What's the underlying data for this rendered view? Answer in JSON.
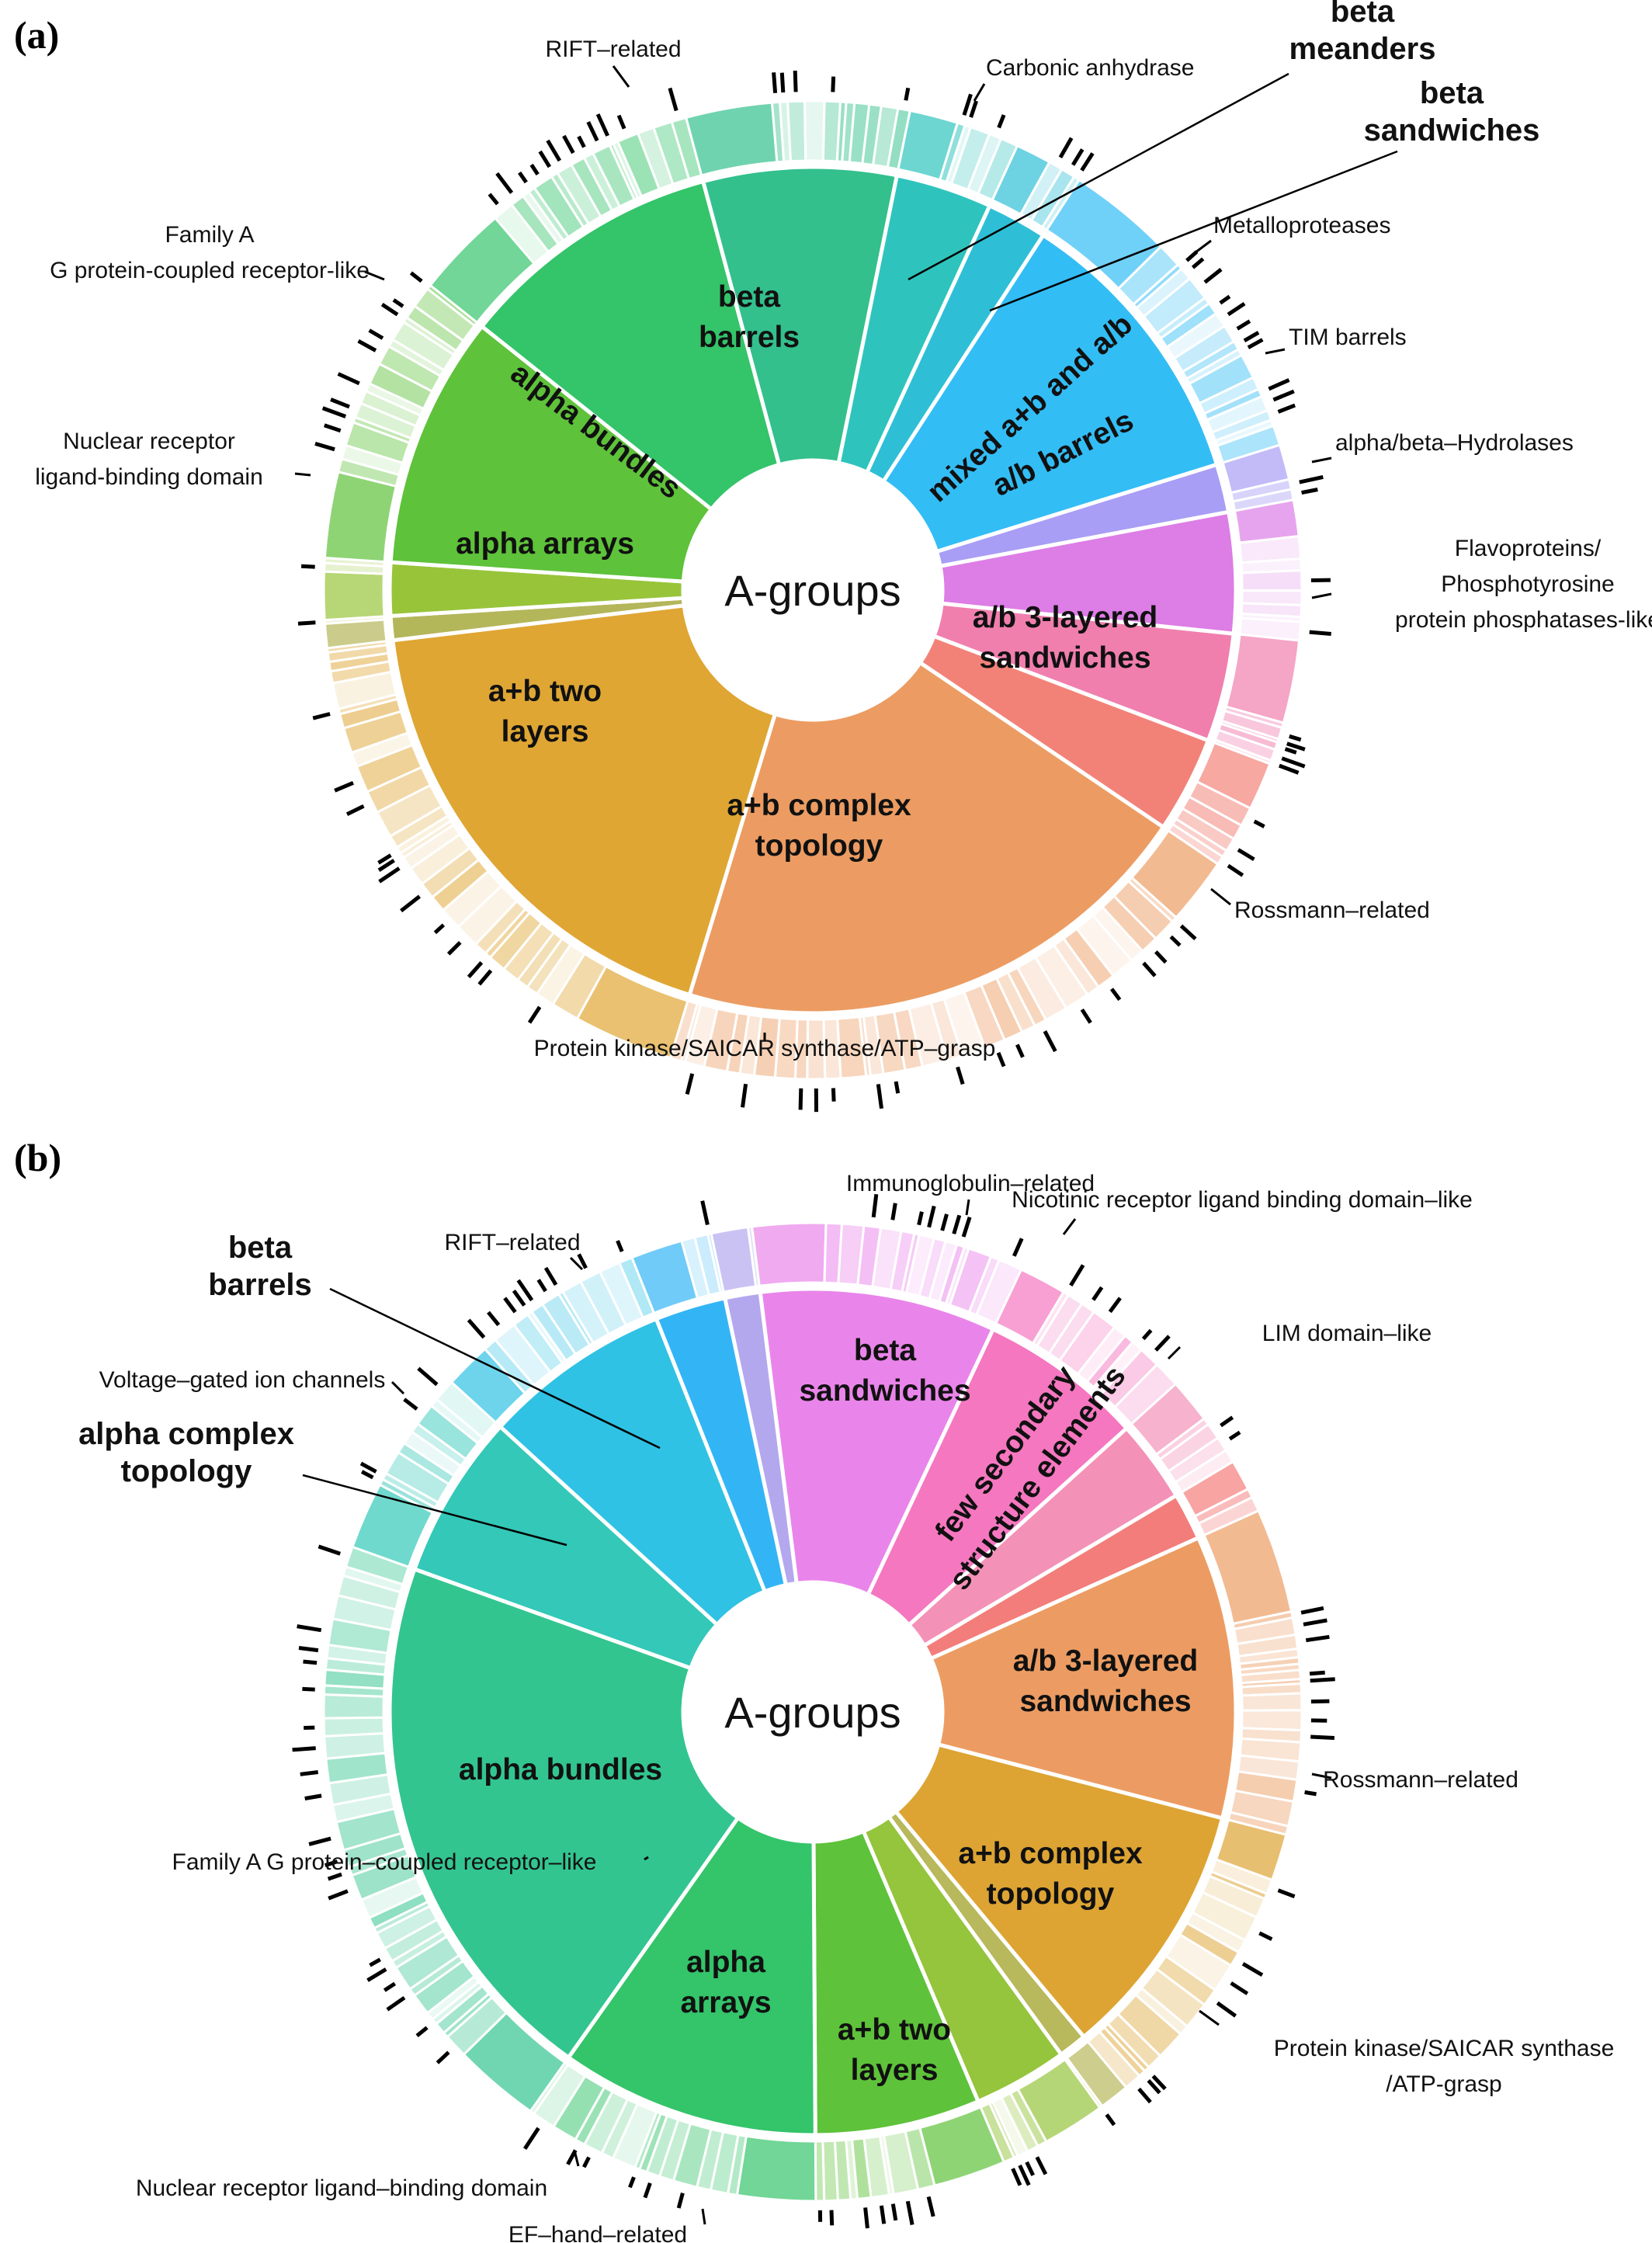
{
  "chart_data": [
    {
      "type": "sunburst",
      "panel": "(a)",
      "center_label": "A-groups",
      "inner_ring": [
        {
          "name": "beta barrels",
          "label_lines": [
            "beta",
            "barrels"
          ],
          "value": 12.0,
          "color": "#33bdf5"
        },
        {
          "name": "beta meanders",
          "label_lines": [],
          "value": 2.0,
          "color": "#a89ef5"
        },
        {
          "name": "beta sandwiches",
          "label_lines": [],
          "value": 5.0,
          "color": "#dd7de6"
        },
        {
          "name": "mixed a+b and a/b",
          "label_lines": [
            "mixed a+b and a/b"
          ],
          "value": 4.5,
          "color": "#f07fae"
        },
        {
          "name": "a/b barrels",
          "label_lines": [
            "a/b barrels"
          ],
          "value": 4.0,
          "color": "#f28278"
        },
        {
          "name": "a/b 3-layered sandwiches",
          "label_lines": [
            "a/b 3-layered",
            "sandwiches"
          ],
          "value": 22.0,
          "color": "#ec9c62"
        },
        {
          "name": "a+b complex topology",
          "label_lines": [
            "a+b complex",
            "topology"
          ],
          "value": 20.0,
          "color": "#dfa634"
        },
        {
          "name": "",
          "label_lines": [],
          "value": 1.0,
          "color": "#b4b65a"
        },
        {
          "name": "",
          "label_lines": [],
          "value": 2.2,
          "color": "#98c43a"
        },
        {
          "name": "a+b two layers",
          "label_lines": [
            "a+b two",
            "layers"
          ],
          "value": 10.5,
          "color": "#5ec23a"
        },
        {
          "name": "alpha arrays",
          "label_lines": [
            "alpha arrays"
          ],
          "value": 11.0,
          "color": "#34c46a"
        },
        {
          "name": "alpha bundles",
          "label_lines": [
            "alpha bundles"
          ],
          "value": 8.0,
          "color": "#33c08c"
        },
        {
          "name": "",
          "label_lines": [],
          "value": 4.0,
          "color": "#2ec4bd"
        },
        {
          "name": "",
          "label_lines": [],
          "value": 2.5,
          "color": "#2ebfd6"
        }
      ],
      "outer_labels": [
        {
          "text": "RIFT–related"
        },
        {
          "text": "Carbonic anhydrase"
        },
        {
          "text": "Metalloproteases"
        },
        {
          "text": "TIM barrels"
        },
        {
          "text": "alpha/beta–Hydrolases"
        },
        {
          "text": "Flavoproteins/ Phosphotyrosine protein phosphatases-like",
          "lines": [
            "Flavoproteins/",
            "Phosphotyrosine",
            "protein phosphatases-like"
          ]
        },
        {
          "text": "Rossmann–related"
        },
        {
          "text": "Protein kinase/SAICAR synthase/ATP–grasp"
        },
        {
          "text": "Nuclear receptor ligand-binding domain",
          "lines": [
            "Nuclear receptor",
            "ligand-binding domain"
          ]
        },
        {
          "text": "Family A G protein-coupled receptor-like",
          "lines": [
            "Family A",
            "G protein-coupled receptor-like"
          ]
        }
      ],
      "callouts": [
        {
          "lines": [
            "beta",
            "meanders"
          ]
        },
        {
          "lines": [
            "beta",
            "sandwiches"
          ]
        }
      ]
    },
    {
      "type": "sunburst",
      "panel": "(b)",
      "center_label": "A-groups",
      "inner_ring": [
        {
          "name": "",
          "label_lines": [],
          "value": 1.5,
          "color": "#b3a8ee"
        },
        {
          "name": "beta sandwiches",
          "label_lines": [
            "beta",
            "sandwiches"
          ],
          "value": 10.0,
          "color": "#e985ea"
        },
        {
          "name": "few secondary structure elements",
          "label_lines": [
            "few secondary",
            "structure elements"
          ],
          "value": 7.0,
          "color": "#f577c0"
        },
        {
          "name": "",
          "label_lines": [],
          "value": 3.5,
          "color": "#f491b7"
        },
        {
          "name": "",
          "label_lines": [],
          "value": 2.0,
          "color": "#f37d7a"
        },
        {
          "name": "a/b 3-layered sandwiches",
          "label_lines": [
            "a/b 3-layered",
            "sandwiches"
          ],
          "value": 12.0,
          "color": "#ec9c62"
        },
        {
          "name": "a+b complex topology",
          "label_lines": [
            "a+b complex",
            "topology"
          ],
          "value": 11.0,
          "color": "#dda433"
        },
        {
          "name": "",
          "label_lines": [],
          "value": 1.2,
          "color": "#b8b85c"
        },
        {
          "name": "",
          "label_lines": [],
          "value": 4.0,
          "color": "#95c43d"
        },
        {
          "name": "a+b two layers",
          "label_lines": [
            "a+b two",
            "layers"
          ],
          "value": 7.0,
          "color": "#5ec23a"
        },
        {
          "name": "alpha arrays",
          "label_lines": [
            "alpha",
            "arrays"
          ],
          "value": 11.0,
          "color": "#34c46a"
        },
        {
          "name": "alpha bundles",
          "label_lines": [
            "alpha bundles"
          ],
          "value": 23.0,
          "color": "#33c590"
        },
        {
          "name": "alpha complex topology",
          "label_lines": [],
          "value": 7.0,
          "color": "#33c8b8"
        },
        {
          "name": "beta barrels",
          "label_lines": [],
          "value": 8.0,
          "color": "#2fc2e4"
        },
        {
          "name": "",
          "label_lines": [],
          "value": 3.0,
          "color": "#33b5f5"
        }
      ],
      "outer_labels": [
        {
          "text": "Immunoglobulin–related"
        },
        {
          "text": "Nicotinic receptor ligand binding domain–like"
        },
        {
          "text": "RIFT–related"
        },
        {
          "text": "LIM domain–like"
        },
        {
          "text": "Voltage–gated ion channels"
        },
        {
          "text": "Rossmann–related"
        },
        {
          "text": "Protein kinase/SAICAR synthase /ATP-grasp",
          "lines": [
            "Protein kinase/SAICAR synthase",
            "/ATP-grasp"
          ]
        },
        {
          "text": "Family A G protein–coupled receptor–like"
        },
        {
          "text": "Nuclear receptor ligand–binding domain"
        },
        {
          "text": "EF–hand–related"
        }
      ],
      "callouts": [
        {
          "lines": [
            "beta",
            "barrels"
          ]
        },
        {
          "lines": [
            "alpha complex",
            "topology"
          ]
        }
      ]
    }
  ]
}
